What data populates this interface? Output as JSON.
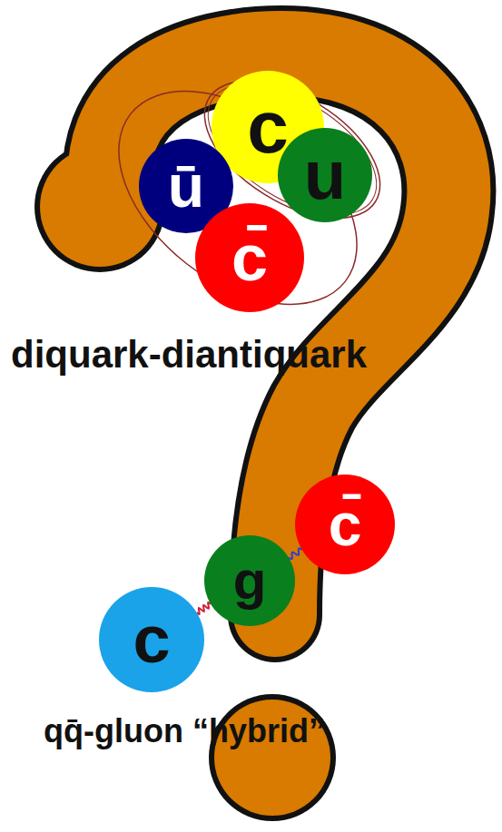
{
  "diagram": {
    "nodes": [
      {
        "text": [
          "c"
        ]
      },
      {
        "text": [
          "u"
        ]
      },
      {
        "text": [
          "ū"
        ]
      },
      {
        "text": [
          "c̄"
        ]
      },
      {
        "text": [
          "c"
        ]
      },
      {
        "text": [
          "g"
        ]
      },
      {
        "text": [
          "c̄"
        ]
      }
    ],
    "edges": [
      {
        "from": 4,
        "to": 5,
        "arrow": "none"
      },
      {
        "from": 5,
        "to": 6,
        "arrow": "none"
      }
    ],
    "labels": [
      "diquark-diantiquark",
      "qq̄-gluon “hybrid”"
    ]
  }
}
